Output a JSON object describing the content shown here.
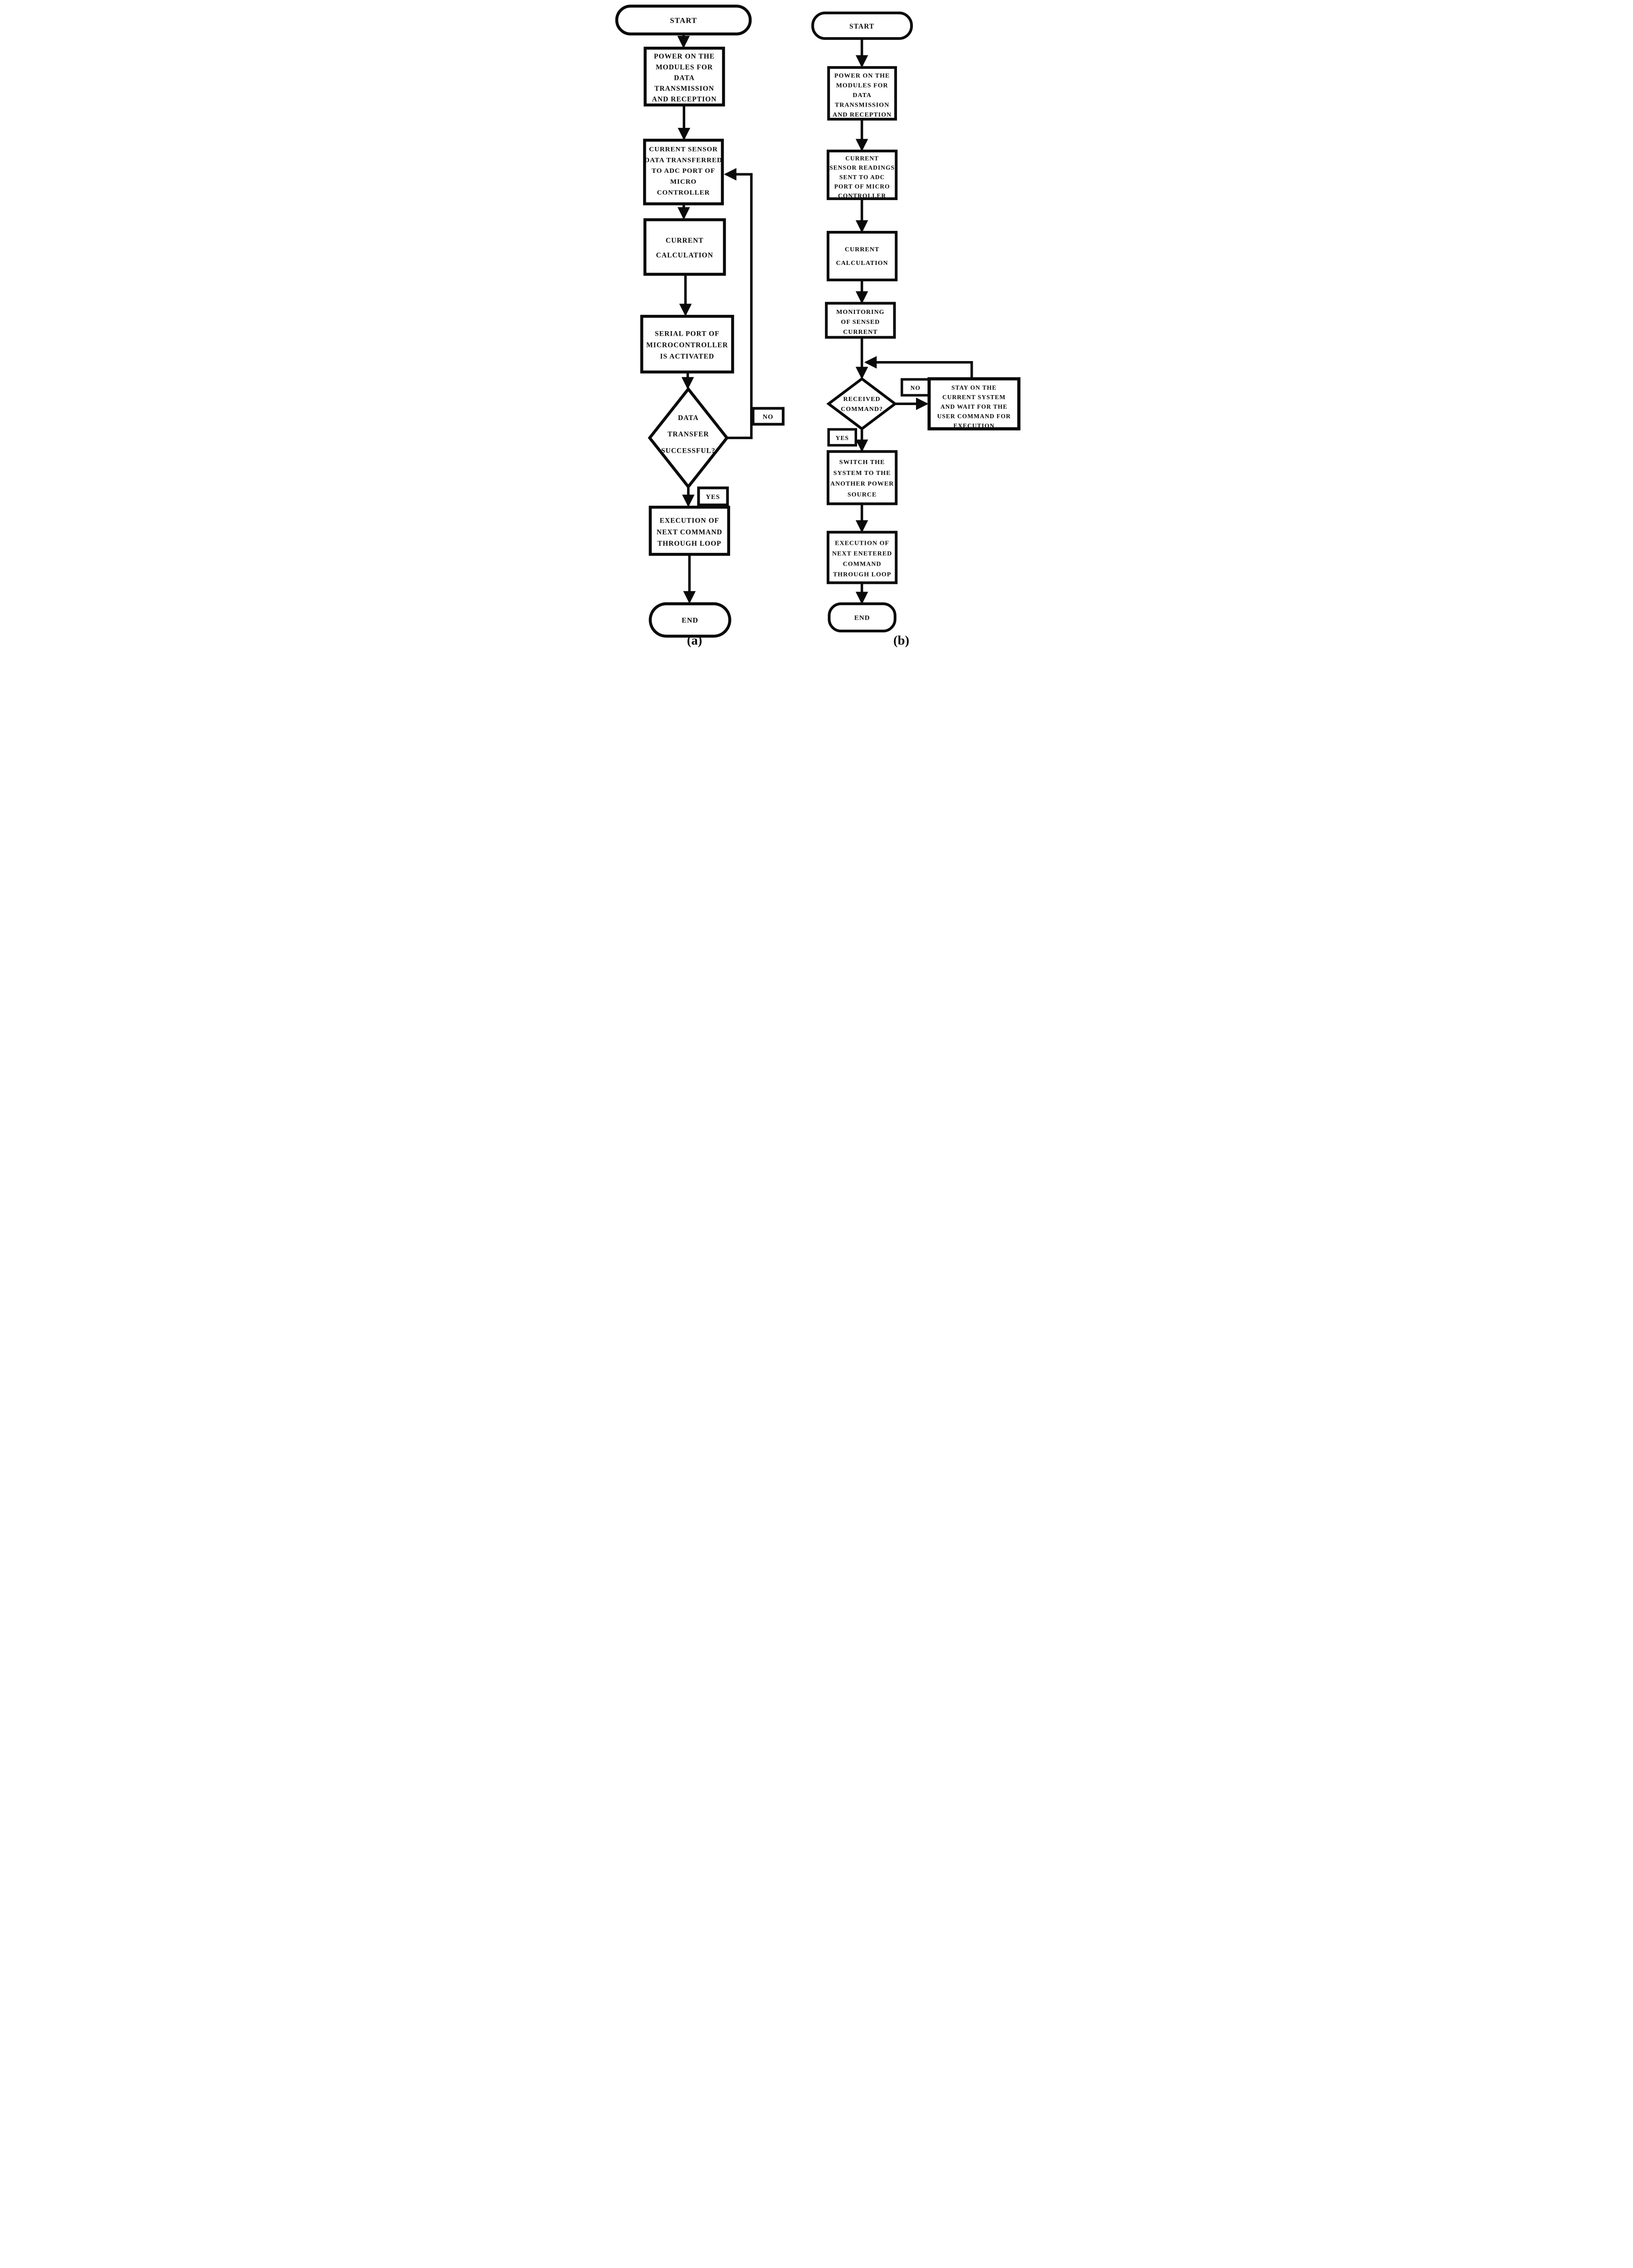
{
  "figure": {
    "type": "flowchart-pair",
    "colors": {
      "ink": "#0a0a0a",
      "background": "#ffffff"
    },
    "charts": [
      {
        "caption": "(a)",
        "nodes": {
          "start": "START",
          "power": [
            "POWER ON THE",
            "MODULES FOR",
            "DATA",
            "TRANSMISSION",
            "AND RECEPTION"
          ],
          "sensor": [
            "CURRENT SENSOR",
            "DATA TRANSFERRED",
            "TO ADC PORT OF",
            "MICRO",
            "CONTROLLER"
          ],
          "calc": [
            "CURRENT",
            "CALCULATION"
          ],
          "serial": [
            "SERIAL PORT OF",
            "MICROCONTROLLER",
            "IS ACTIVATED"
          ],
          "decision": [
            "DATA",
            "TRANSFER",
            "SUCCESSFUL?"
          ],
          "branch_no": "NO",
          "branch_yes": "YES",
          "exec": [
            "EXECUTION OF",
            "NEXT COMMAND",
            "THROUGH LOOP"
          ],
          "end": "END"
        }
      },
      {
        "caption": "(b)",
        "nodes": {
          "start": "START",
          "power": [
            "POWER ON THE",
            "MODULES FOR",
            "DATA",
            "TRANSMISSION",
            "AND RECEPTION"
          ],
          "sensor": [
            "CURRENT",
            "SENSOR READINGS",
            "SENT TO ADC",
            "PORT OF MICRO",
            "CONTROLLER"
          ],
          "calc": [
            "CURRENT",
            "CALCULATION"
          ],
          "monitor": [
            "MONITORING",
            "OF SENSED",
            "CURRENT"
          ],
          "decision": [
            "RECEIVED",
            "COMMAND?"
          ],
          "branch_no": "NO",
          "branch_yes": "YES",
          "stay": [
            "STAY ON THE",
            "CURRENT SYSTEM",
            "AND WAIT FOR THE",
            "USER COMMAND FOR",
            "EXECUTION"
          ],
          "switch": [
            "SWITCH THE",
            "SYSTEM TO THE",
            "ANOTHER POWER",
            "SOURCE"
          ],
          "exec": [
            "EXECUTION OF",
            "NEXT ENETERED",
            "COMMAND",
            "THROUGH LOOP"
          ],
          "end": "END"
        }
      }
    ]
  }
}
